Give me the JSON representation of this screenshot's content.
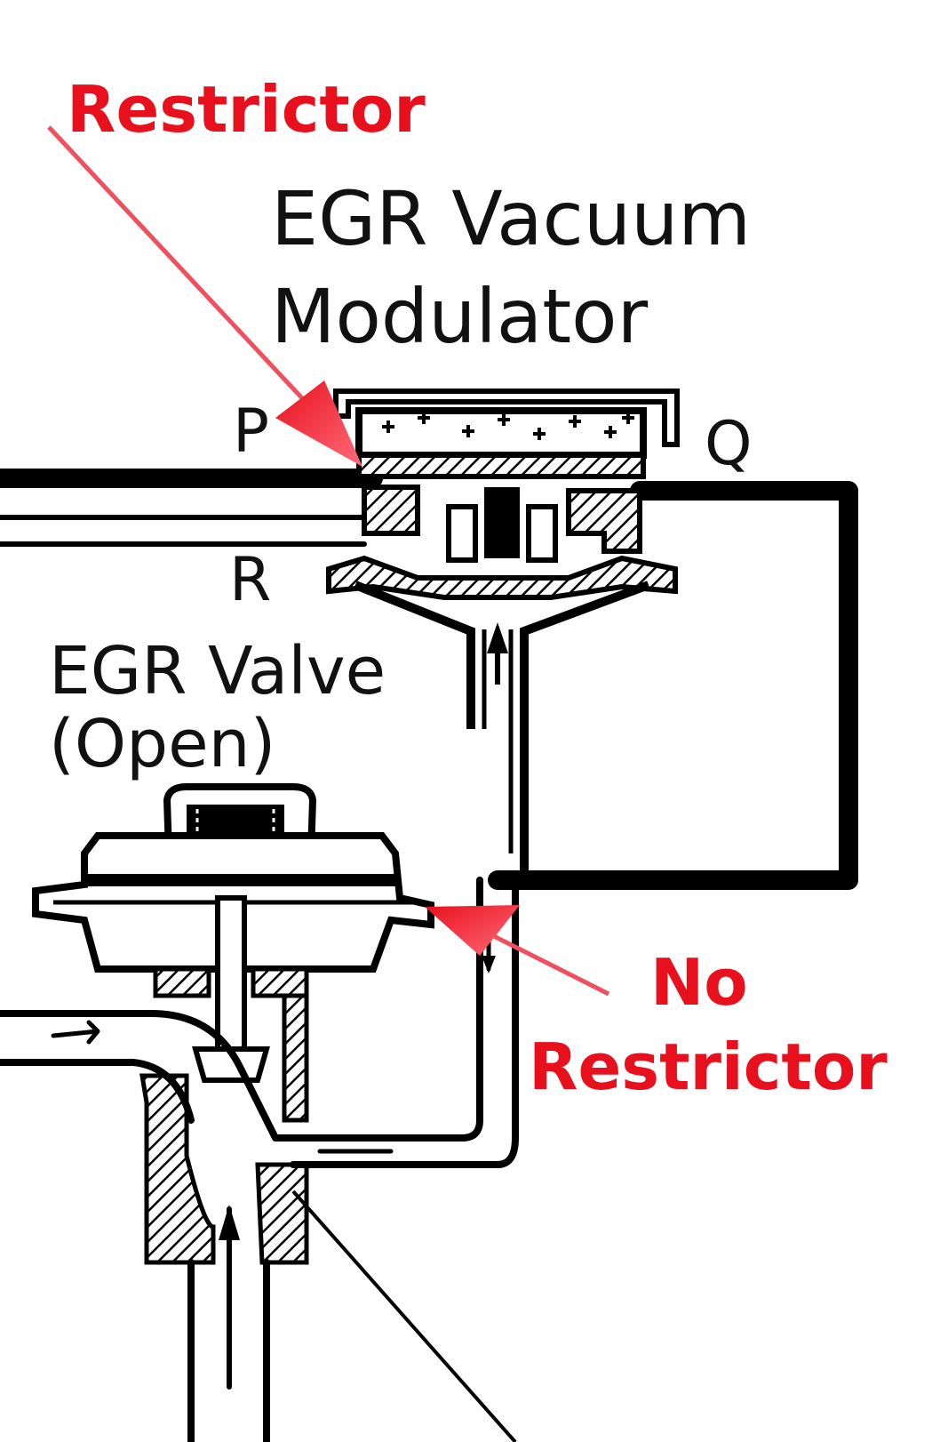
{
  "labels": {
    "restrictor": "Restrictor",
    "modulator_line1": "EGR Vacuum",
    "modulator_line2": "Modulator",
    "port_p": "P",
    "port_q": "Q",
    "port_r": "R",
    "valve_line1": "EGR Valve",
    "valve_line2": "(Open)",
    "no_restrictor_line1": "No",
    "no_restrictor_line2": "Restrictor"
  },
  "colors": {
    "annotation_red": "#e8101c",
    "arrow_pink": "#f0505e",
    "line_black": "#000000"
  },
  "icons": {
    "restrictor_pointer": "arrow-pointer-icon",
    "no_restrictor_pointer": "arrow-pointer-icon"
  }
}
